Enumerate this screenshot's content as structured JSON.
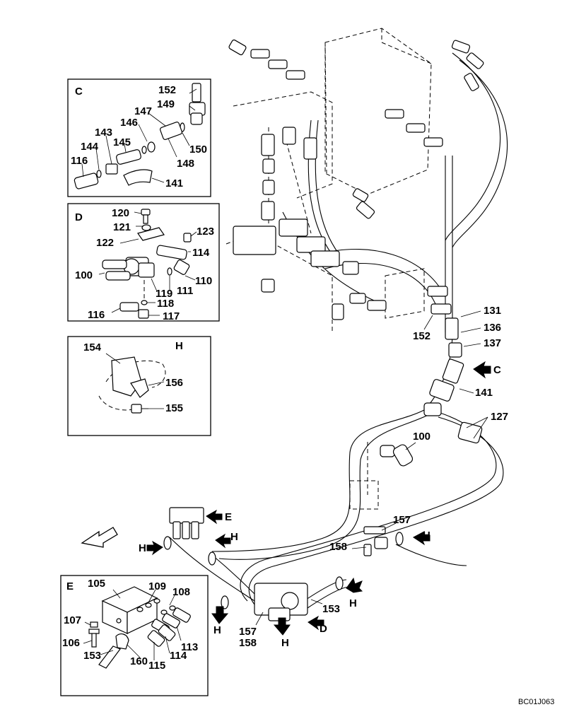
{
  "detail_boxes": {
    "c": {
      "letter": "C",
      "labels": [
        "152",
        "149",
        "147",
        "146",
        "143",
        "145",
        "144",
        "116",
        "150",
        "148",
        "141"
      ]
    },
    "d": {
      "letter": "D",
      "labels": [
        "120",
        "121",
        "123",
        "122",
        "114",
        "100",
        "110",
        "119",
        "111",
        "118",
        "116",
        "117"
      ]
    },
    "h": {
      "letter": "H",
      "labels": [
        "154",
        "156",
        "155"
      ]
    },
    "e": {
      "letter": "E",
      "labels": [
        "105",
        "109",
        "108",
        "107",
        "106",
        "153",
        "160",
        "115",
        "114",
        "113"
      ]
    }
  },
  "main_labels": [
    "131",
    "136",
    "137",
    "152",
    "141",
    "127",
    "100",
    "157",
    "158",
    "153",
    "157",
    "158"
  ],
  "view_arrows": {
    "c": "C",
    "e": "E",
    "d": "D",
    "h": "H"
  },
  "drawing_code": "BC01J063",
  "colors": {
    "line": "#000000",
    "background": "#ffffff"
  }
}
